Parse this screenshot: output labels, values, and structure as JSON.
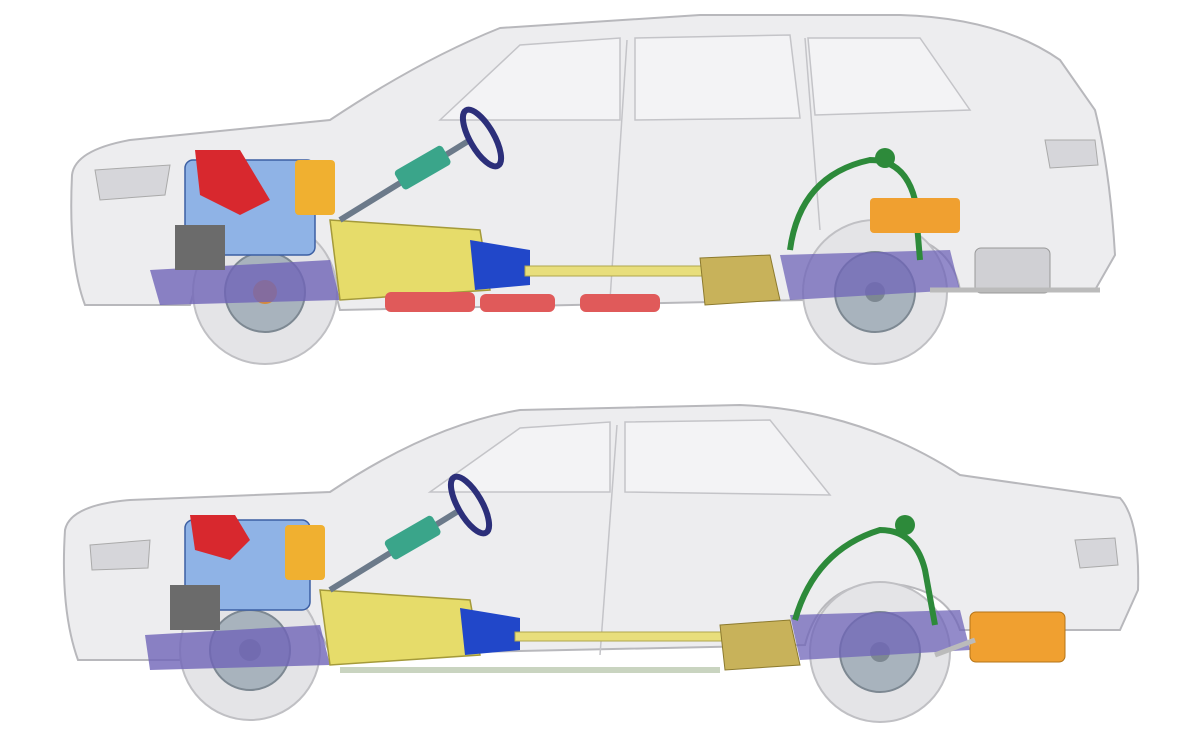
{
  "image": {
    "vehicles": [
      {
        "name": "suv-cutaway",
        "body": "SUV"
      },
      {
        "name": "sedan-cutaway",
        "body": "Sedan"
      }
    ],
    "components": [
      "engine-block",
      "transmission",
      "transfer-case",
      "drive-shaft",
      "rear-differential",
      "fuel-tank",
      "steering-column",
      "exhaust-muffler",
      "brake-disc"
    ],
    "colors": {
      "body": "#e6e6e8",
      "body_edge": "#b8b8bc",
      "engine": "#8fb3e6",
      "engine_red": "#d8282e",
      "transmission": "#e6dc6a",
      "transmission_blue": "#2147c9",
      "shaft": "#e8de7c",
      "fuel_tank_red": "#e05a5a",
      "diff": "#c8b25a",
      "suspension": "#6f64b8",
      "hose_green": "#2d8a3a",
      "muffler_orange": "#f0a030",
      "steering": "#2c2f7a",
      "wheel": "#d9d9dc",
      "disc": "#a8b3bd"
    }
  }
}
